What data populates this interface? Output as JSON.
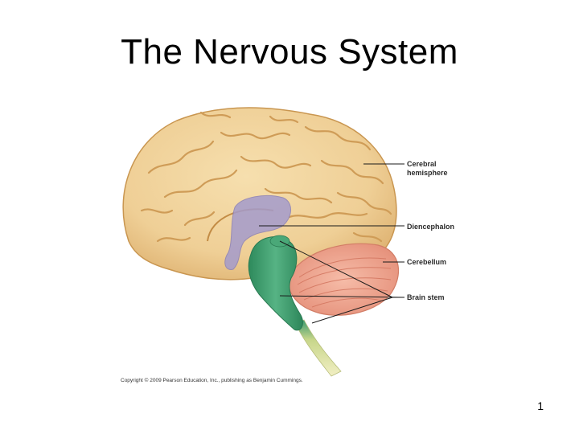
{
  "slide": {
    "title": "The Nervous System",
    "page_number": "1"
  },
  "figure": {
    "labels": [
      {
        "id": "cerebral",
        "line1": "Cerebral",
        "line2": "hemisphere"
      },
      {
        "id": "diencephalon",
        "line1": "Diencephalon"
      },
      {
        "id": "cerebellum",
        "line1": "Cerebellum"
      },
      {
        "id": "brainstem",
        "line1": "Brain stem"
      }
    ],
    "copyright": "Copyright © 2009 Pearson Education, Inc., publishing as Benjamin Cummings.",
    "colors": {
      "cerebrum": "#efcf96",
      "cerebrum_shadow": "#d9a862",
      "diencephalon": "#a49bcc",
      "cerebellum": "#f0a894",
      "brainstem": "#3e9e6e",
      "spinal_cord": "#e6e3a8",
      "leader_line": "#1a1a1a"
    }
  }
}
